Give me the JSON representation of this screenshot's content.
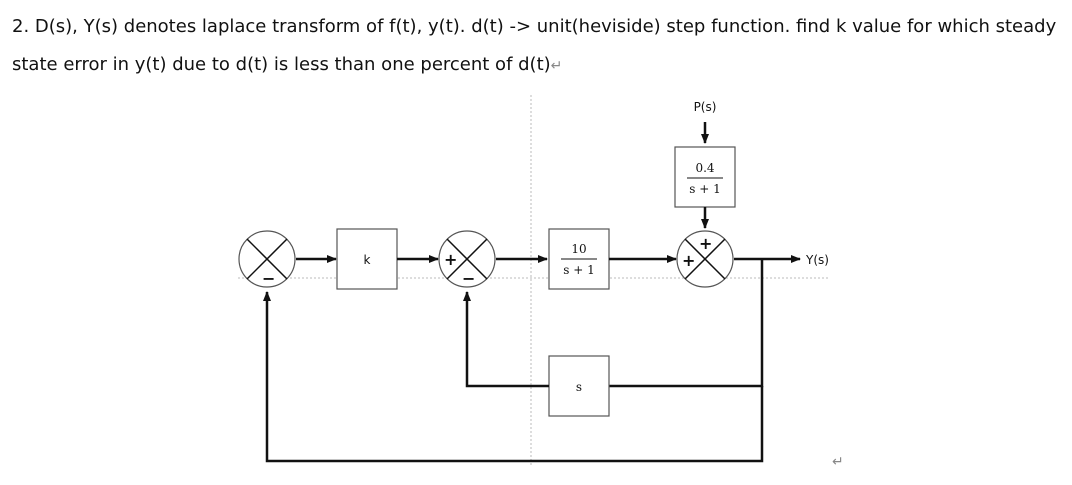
{
  "problem": {
    "text": "2. D(s), Y(s) denotes laplace transform of f(t), y(t). d(t) -> unit(heviside) step function. find k value for which steady state error in y(t) due to d(t) is less than one percent of d(t)",
    "return_mark": "↵"
  },
  "diagram": {
    "gain_block": "k",
    "plant_numerator": "10",
    "plant_denominator": "s + 1",
    "disturbance_numerator": "0.4",
    "disturbance_denominator": "s + 1",
    "feedback_block": "s",
    "disturbance_input": "P(s)",
    "output": "Y(s)",
    "sum1_minus": "−",
    "sum2_plus": "+",
    "sum2_minus": "−",
    "sum3_plus_left": "+",
    "sum3_plus_top": "+",
    "end_return_mark": "↵"
  },
  "colors": {
    "line": "#111111",
    "block_border": "#555555",
    "guide": "#bbbbbb"
  }
}
